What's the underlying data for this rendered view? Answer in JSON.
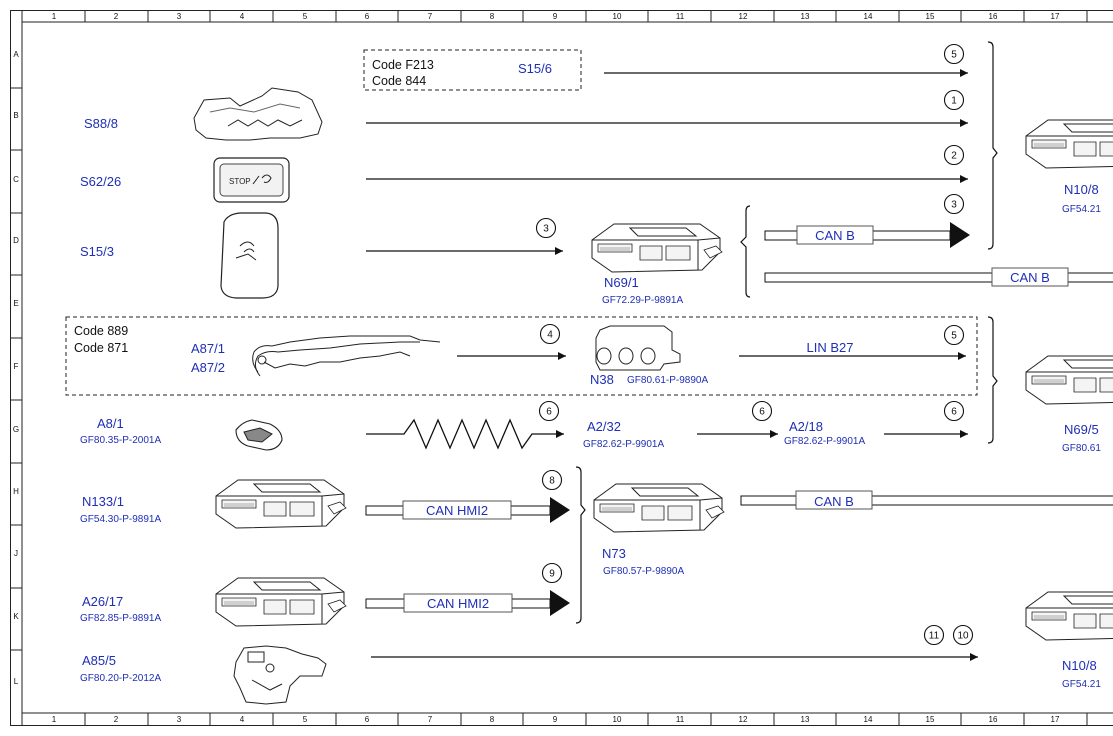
{
  "colors": {
    "label": "#1f2fb5",
    "line": "#111111",
    "frame": "#333333"
  },
  "grid": {
    "columns": [
      "1",
      "2",
      "3",
      "4",
      "5",
      "6",
      "7",
      "8",
      "9",
      "10",
      "11",
      "12",
      "13",
      "14",
      "15",
      "16",
      "17"
    ],
    "rows": [
      "A",
      "B",
      "C",
      "D",
      "E",
      "F",
      "G",
      "H",
      "J",
      "K",
      "L"
    ]
  },
  "codes": {
    "top": [
      "Code F213",
      "Code 844"
    ],
    "mid": [
      "Code 889",
      "Code 871"
    ]
  },
  "components": {
    "s15_6": "S15/6",
    "s88_8": "S88/8",
    "s62_26": "S62/26",
    "s15_3": "S15/3",
    "a87_1": "A87/1",
    "a87_2": "A87/2",
    "a8_1": {
      "name": "A8/1",
      "ref": "GF80.35-P-2001A"
    },
    "n133_1": {
      "name": "N133/1",
      "ref": "GF54.30-P-9891A"
    },
    "a26_17": {
      "name": "A26/17",
      "ref": "GF82.85-P-9891A"
    },
    "a85_5": {
      "name": "A85/5",
      "ref": "GF80.20-P-2012A"
    },
    "n69_1": {
      "name": "N69/1",
      "ref": "GF72.29-P-9891A"
    },
    "n38": {
      "name": "N38",
      "ref": "GF80.61-P-9890A"
    },
    "a2_32": {
      "name": "A2/32",
      "ref": "GF82.62-P-9901A"
    },
    "a2_18": {
      "name": "A2/18",
      "ref": "GF82.62-P-9901A"
    },
    "n73": {
      "name": "N73",
      "ref": "GF80.57-P-9890A"
    },
    "n10_8_top": {
      "name": "N10/8",
      "ref": "GF54.21"
    },
    "n69_5": {
      "name": "N69/5",
      "ref": "GF80.61"
    },
    "n10_8_bottom": {
      "name": "N10/8",
      "ref": "GF54.21"
    }
  },
  "buses": {
    "can_b_1": "CAN B",
    "can_b_2": "CAN B",
    "can_b_3": "CAN B",
    "lin_b27": "LIN B27",
    "can_hmi2_1": "CAN HMI2",
    "can_hmi2_2": "CAN HMI2"
  },
  "markers": {
    "m5a": "5",
    "m1": "1",
    "m2": "2",
    "m3a": "3",
    "m3b": "3",
    "m4": "4",
    "m5b": "5",
    "m6a": "6",
    "m6b": "6",
    "m6c": "6",
    "m8": "8",
    "m9": "9",
    "m11": "11",
    "m10": "10"
  },
  "button_icon_text": "STOP"
}
